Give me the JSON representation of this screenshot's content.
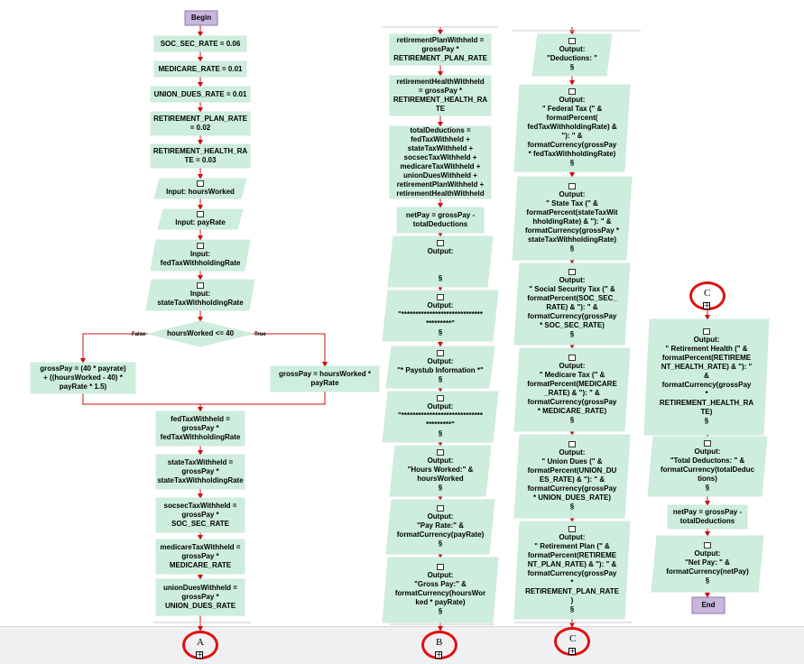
{
  "colors": {
    "process": "#cdeedd",
    "io": "#cdeedd",
    "terminal": "#c9b6dc",
    "line": "#cc1111",
    "connector": "#e01010"
  },
  "decision": {
    "yes_label": "True",
    "no_label": "False"
  },
  "section_mark": "§",
  "connectors": {
    "a": "A",
    "b": "B",
    "c1": "C",
    "c2": "C"
  },
  "nodes": [
    {
      "id": "begin",
      "type": "terminal",
      "text": "Begin"
    },
    {
      "id": "p1",
      "type": "process",
      "text": "SOC_SEC_RATE = 0.06"
    },
    {
      "id": "p2",
      "type": "process",
      "text": "MEDICARE_RATE = 0.01"
    },
    {
      "id": "p3",
      "type": "process",
      "text": "UNION_DUES_RATE = 0.01"
    },
    {
      "id": "p4",
      "type": "process",
      "text": "RETIREMENT_PLAN_RATE\n= 0.02"
    },
    {
      "id": "p5",
      "type": "process",
      "text": "RETIREMENT_HEALTH_RA\nTE = 0.03"
    },
    {
      "id": "i1",
      "type": "input",
      "text": "Input: hoursWorked"
    },
    {
      "id": "i2",
      "type": "input",
      "text": "Input: payRate"
    },
    {
      "id": "i3",
      "type": "input",
      "text": "Input:\nfedTaxWithholdingRate"
    },
    {
      "id": "i4",
      "type": "input",
      "text": "Input:\nstateTaxWithholdingRate"
    },
    {
      "id": "d1",
      "type": "decision",
      "text": "hoursWorked <= 40"
    },
    {
      "id": "pf",
      "type": "process",
      "text": "grossPay = (40 * payrate)\n+ ((hoursWorked - 40) *\npayRate * 1.5)"
    },
    {
      "id": "pt",
      "type": "process",
      "text": "grossPay = hoursWorked *\npayRate"
    },
    {
      "id": "p6",
      "type": "process",
      "text": "fedTaxWithheld =\ngrossPay *\nfedTaxWithholdingRate"
    },
    {
      "id": "p7",
      "type": "process",
      "text": "stateTaxWithheld =\ngrossPay *\nstateTaxWithholdingRate"
    },
    {
      "id": "p8",
      "type": "process",
      "text": "socsecTaxWithheld =\ngrossPay *\nSOC_SEC_RATE"
    },
    {
      "id": "p9",
      "type": "process",
      "text": "medicareTaxWithheld =\ngrossPay *\nMEDICARE_RATE"
    },
    {
      "id": "p10",
      "type": "process",
      "text": "unionDuesWithheld =\ngrossPay *\nUNION_DUES_RATE"
    },
    {
      "id": "b1",
      "type": "process",
      "text": "retirementPlanWithheld =\ngrossPay *\nRETIREMENT_PLAN_RATE"
    },
    {
      "id": "b2",
      "type": "process",
      "text": "retirementHealthWithheld\n= grossPay *\nRETIREMENT_HEALTH_RA\nTE"
    },
    {
      "id": "b3",
      "type": "process",
      "text": "totalDeductions =\nfedTaxWithheld +\nstateTaxWithheld +\nsocsecTaxWithheld +\nmedicareTaxWithheld +\nunionDuesWithheld +\nretirementPlanWithheld +\nretirementHealthWithheld"
    },
    {
      "id": "b4",
      "type": "process",
      "text": "netPay = grossPay -\ntotalDeductions"
    },
    {
      "id": "b5",
      "type": "output",
      "text": "Output:\n\n\n"
    },
    {
      "id": "b6",
      "type": "output",
      "text": "Output:\n\"*****************************\n*********\""
    },
    {
      "id": "b7",
      "type": "output",
      "text": "Output:\n\"*  Paystub Information *\""
    },
    {
      "id": "b8",
      "type": "output",
      "text": "Output:\n\"*****************************\n*********\""
    },
    {
      "id": "b9",
      "type": "output",
      "text": "Output:\n\"Hours Worked:\" &\nhoursWorked"
    },
    {
      "id": "b10",
      "type": "output",
      "text": "Output:\n\"Pay Rate:\" &\nformatCurrency(payRate)"
    },
    {
      "id": "b11",
      "type": "output",
      "text": "Output:\n\"Gross Pay:\" &\nformatCurrency(hoursWor\nked * payRate)"
    },
    {
      "id": "c1",
      "type": "output",
      "text": "Output:\n\"Deductions: \""
    },
    {
      "id": "c2",
      "type": "output",
      "text": "Output:\n\"   Federal Tax (\" &\nformatPercent(\nfedTaxWithholdingRate) &\n\"): \" &\nformatCurrency(grossPay\n* fedTaxWithholdingRate)"
    },
    {
      "id": "c3",
      "type": "output",
      "text": "Output:\n\"   State Tax (\" &\nformatPercent(stateTaxWit\nhholdingRate) & \"): \" &\nformatCurrency(grossPay *\nstateTaxWithholdingRate)"
    },
    {
      "id": "c4",
      "type": "output",
      "text": "Output:\n\"   Social Security Tax (\" &\nformatPercent(SOC_SEC_\nRATE) & \"): \" &\nformatCurrency(grossPay\n* SOC_SEC_RATE)"
    },
    {
      "id": "c5",
      "type": "output",
      "text": "Output:\n\"   Medicare Tax (\" &\nformatPercent(MEDICARE\n_RATE) & \"): \" &\nformatCurrency(grossPay\n* MEDICARE_RATE)"
    },
    {
      "id": "c6",
      "type": "output",
      "text": "Output:\n\"   Union Dues (\" &\nformatPercent(UNION_DU\nES_RATE) & \"): \" &\nformatCurrency(grossPay\n* UNION_DUES_RATE)"
    },
    {
      "id": "c7",
      "type": "output",
      "text": "Output:\n\"   Retirement Plan (\" &\nformatPercent(RETIREME\nNT_PLAN_RATE) & \"): \" &\nformatCurrency(grossPay\n*\nRETIREMENT_PLAN_RATE\n)"
    },
    {
      "id": "d1o",
      "type": "output",
      "text": "Output:\n\"   Retirement Health (\" &\nformatPercent(RETIREME\nNT_HEALTH_RATE) & \"): \"\n&\nformatCurrency(grossPay\n*\nRETIREMENT_HEALTH_RA\nTE)"
    },
    {
      "id": "d2o",
      "type": "output",
      "text": "Output:\n\"Total Deductons: \" &\nformatCurrency(totalDeduc\ntions)"
    },
    {
      "id": "d3",
      "type": "process",
      "text": "netPay = grossPay -\ntotalDeductions"
    },
    {
      "id": "d4o",
      "type": "output",
      "text": "Output:\n\"Net Pay: \" &\nformatCurrency(netPay)"
    },
    {
      "id": "end",
      "type": "terminal",
      "text": "End"
    }
  ]
}
